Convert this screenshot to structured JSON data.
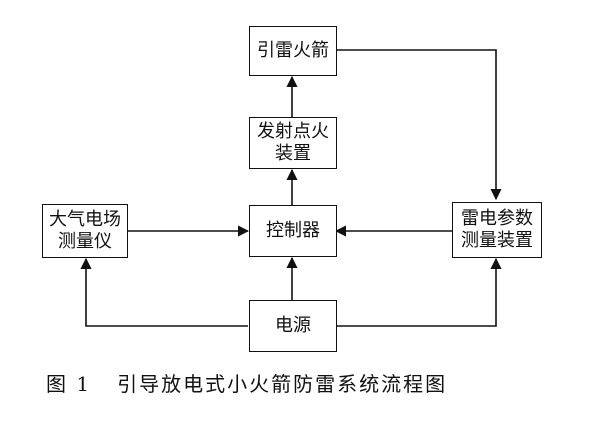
{
  "boxes": {
    "rocket": "引雷火箭",
    "ignition": "发射点火\n装置",
    "controller": "控制器",
    "efield": "大气电场\n测量仪",
    "lightning_params": "雷电参数\n测量装置",
    "power": "电源"
  },
  "caption": {
    "figure_no": "图 1",
    "title": "引导放电式小火箭防雷系统流程图"
  }
}
